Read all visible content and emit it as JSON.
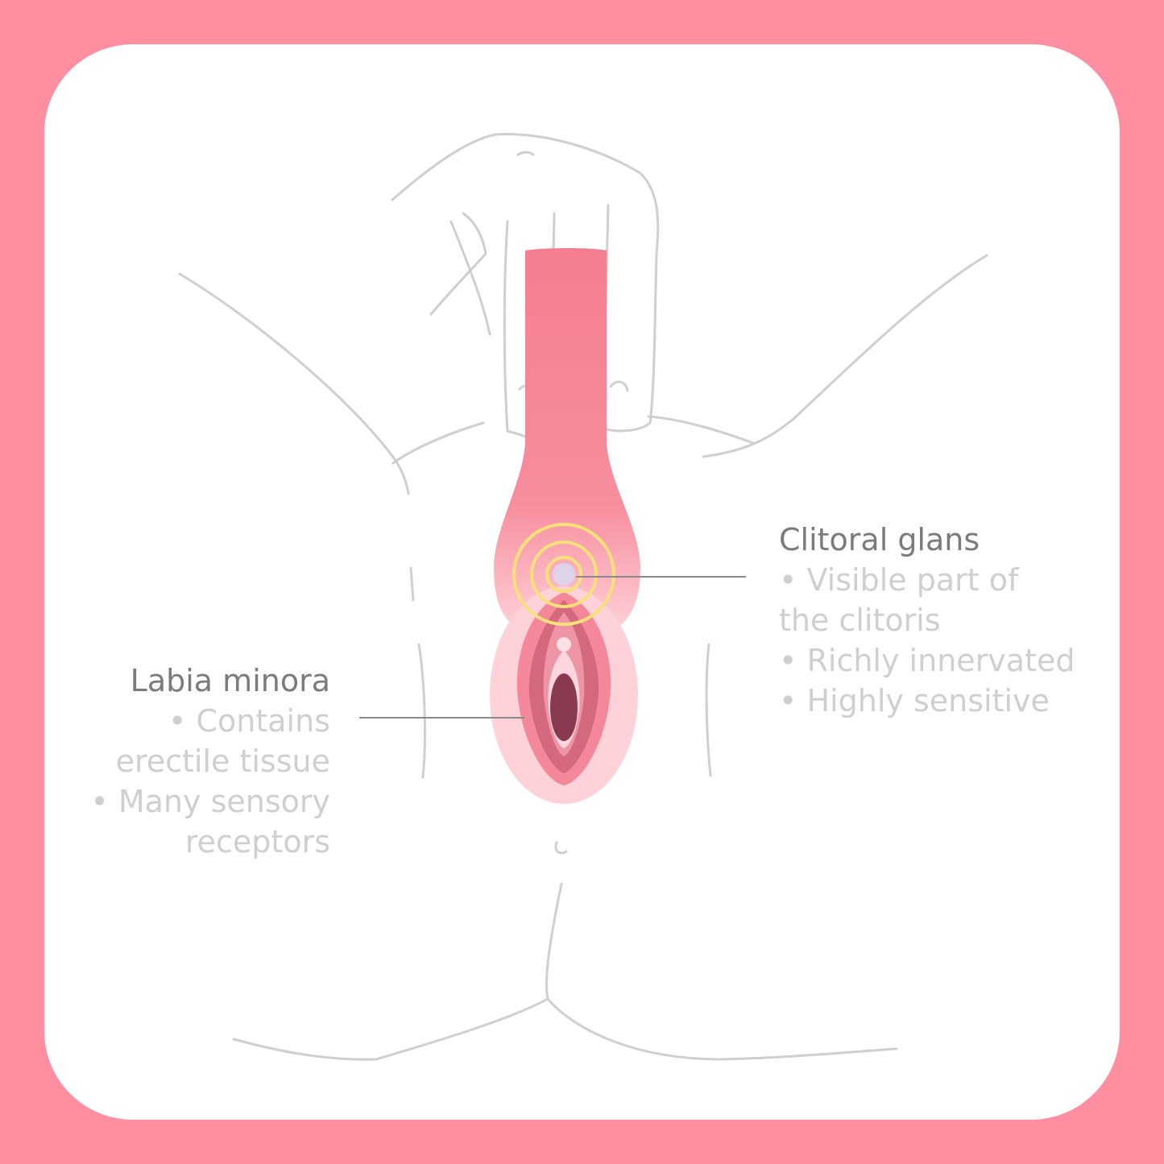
{
  "labels": {
    "clitoral_glans": {
      "title": "Clitoral glans",
      "lines": [
        "• Visible part of",
        "the clitoris",
        "• Richly innervated",
        "• Highly sensitive"
      ]
    },
    "labia_minora": {
      "title": "Labia minora",
      "lines": [
        "• Contains",
        "erectile tissue",
        "• Many sensory",
        "receptors"
      ]
    }
  },
  "colors": {
    "frame": "#ff8fa0",
    "card": "#ffffff",
    "outline": "#cfcfcf",
    "toy": "#f57d8f",
    "vibration_rings": "#f8e07a",
    "leader_line": "#8a8a8a"
  },
  "icons": {
    "toy": "vibrator-wand",
    "vibration": "vibration-rings"
  }
}
